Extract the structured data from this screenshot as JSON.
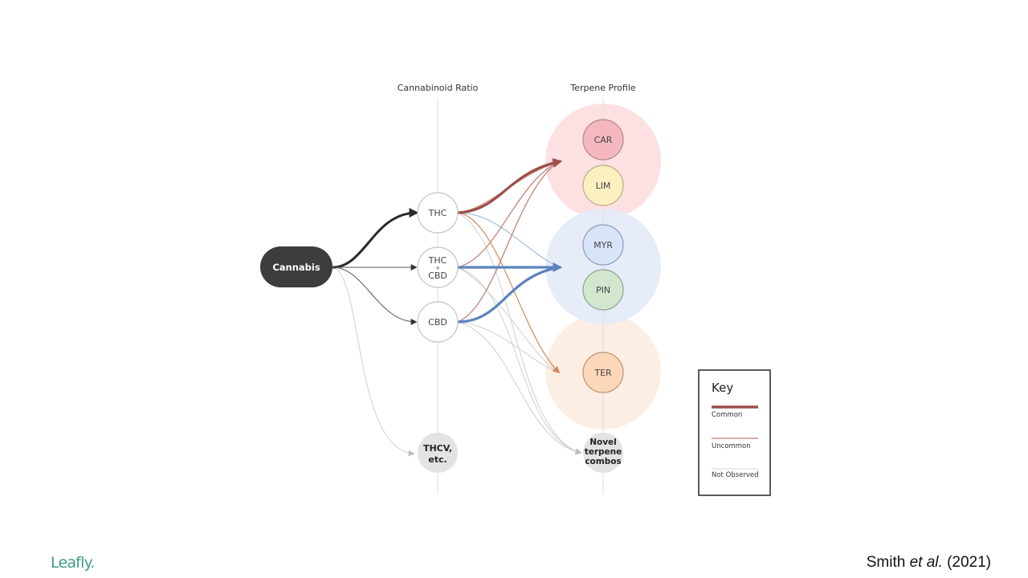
{
  "columns": {
    "cannabinoid": "Cannabinoid Ratio",
    "terpene": "Terpene Profile"
  },
  "source": {
    "label": "Cannabis"
  },
  "cannabinoids": {
    "thc": "THC",
    "thc_cbd": [
      "THC",
      "+",
      "CBD"
    ],
    "cbd": "CBD",
    "other": [
      "THCV,",
      "etc."
    ]
  },
  "terpenes": {
    "car": "CAR",
    "lim": "LIM",
    "myr": "MYR",
    "pin": "PIN",
    "ter": "TER",
    "novel": [
      "Novel",
      "terpene",
      "combos"
    ]
  },
  "key": {
    "title": "Key",
    "common": "Common",
    "uncommon": "Uncommon",
    "not_observed": "Not Observed"
  },
  "colors": {
    "red": "#9e4e4a",
    "blue": "#5b84bd",
    "orange": "#cf8a5c",
    "dark": "#3a3a3a",
    "grey": "#c8c8c8",
    "group_red": "#fde0e2",
    "group_blue": "#e6eefb",
    "group_orange": "#fdeee3",
    "brand": "#3f9c8a"
  },
  "footer": {
    "brand": "Leafly.",
    "citation_author": "Smith",
    "citation_etal": "et al.",
    "citation_year": "(2021)"
  }
}
